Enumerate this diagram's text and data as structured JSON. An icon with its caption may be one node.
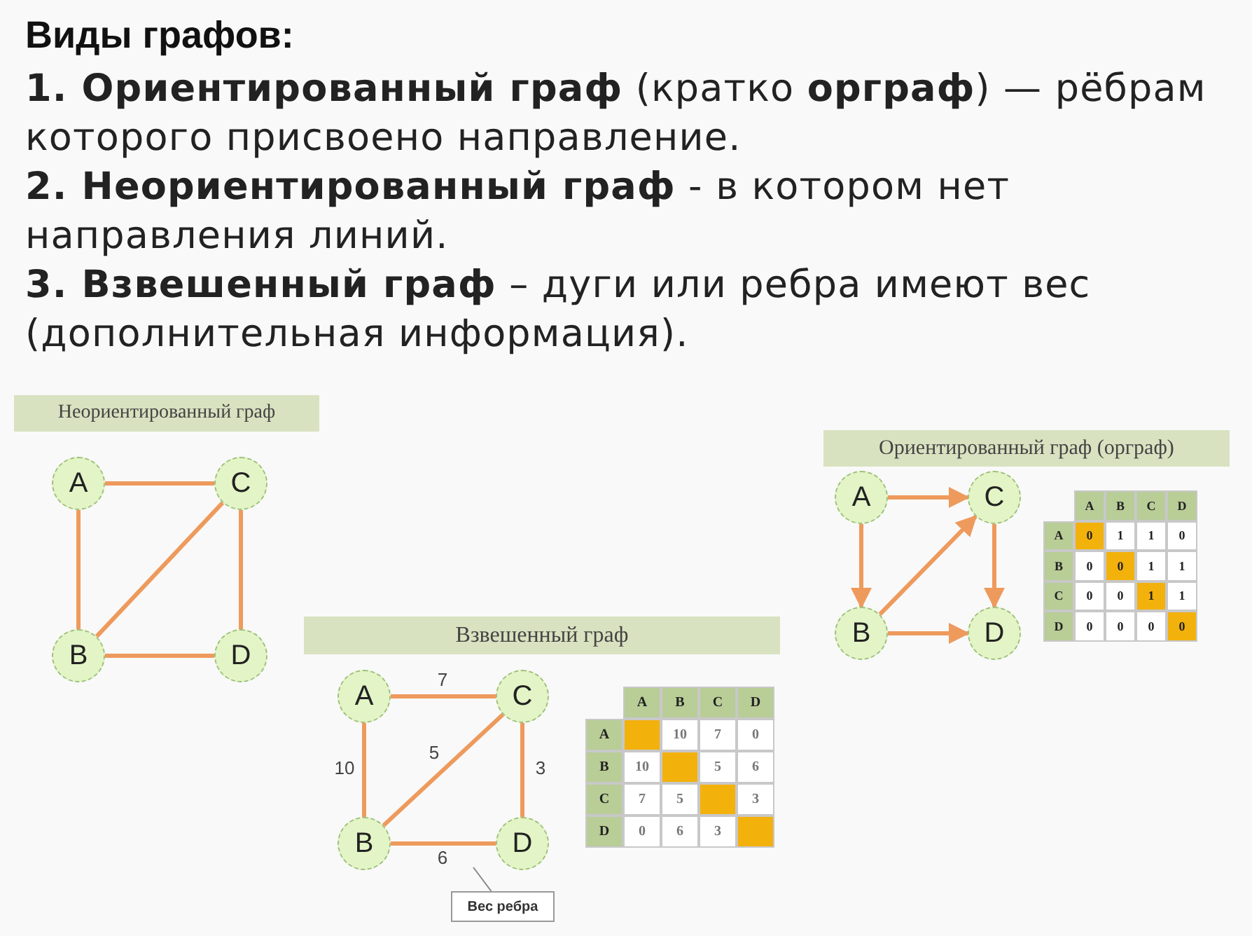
{
  "diagram": {
    "title": "Виды графов:",
    "nodes": [
      {
        "text": [
          "Неориентированный граф"
        ]
      },
      {
        "text": [
          "A"
        ]
      },
      {
        "text": [
          "C"
        ]
      },
      {
        "text": [
          "B"
        ]
      },
      {
        "text": [
          "D"
        ]
      },
      {
        "text": [
          "Ориентированный граф (орграф)"
        ]
      },
      {
        "text": [
          "A"
        ]
      },
      {
        "text": [
          "C"
        ]
      },
      {
        "text": [
          "B"
        ]
      },
      {
        "text": [
          "D"
        ]
      },
      {
        "text": [
          "Взвешенный граф"
        ]
      },
      {
        "text": [
          "A"
        ]
      },
      {
        "text": [
          "C"
        ]
      },
      {
        "text": [
          "B"
        ]
      },
      {
        "text": [
          "D"
        ]
      },
      {
        "text": [
          "Вес ребра"
        ]
      }
    ],
    "edges": [
      {
        "from": 1,
        "to": 2,
        "arrow": "none"
      },
      {
        "from": 1,
        "to": 3,
        "arrow": "none"
      },
      {
        "from": 3,
        "to": 2,
        "arrow": "none"
      },
      {
        "from": 2,
        "to": 4,
        "arrow": "none"
      },
      {
        "from": 3,
        "to": 4,
        "arrow": "none"
      },
      {
        "from": 6,
        "to": 7,
        "arrow": "to"
      },
      {
        "from": 6,
        "to": 8,
        "arrow": "to"
      },
      {
        "from": 8,
        "to": 7,
        "arrow": "to"
      },
      {
        "from": 7,
        "to": 9,
        "arrow": "to"
      },
      {
        "from": 8,
        "to": 9,
        "arrow": "to"
      },
      {
        "from": 11,
        "to": 12,
        "arrow": "none",
        "label": "7"
      },
      {
        "from": 11,
        "to": 13,
        "arrow": "none",
        "label": "10"
      },
      {
        "from": 13,
        "to": 12,
        "arrow": "none",
        "label": "5"
      },
      {
        "from": 12,
        "to": 14,
        "arrow": "none",
        "label": "3"
      },
      {
        "from": 13,
        "to": 14,
        "arrow": "none",
        "label": "6"
      },
      {
        "from": 15,
        "to": null,
        "arrow": "none",
        "color": "#888888"
      }
    ],
    "labels": [
      "**1. Ориентированный граф** (кратко **орграф**) — рёбрам которого присвоено направление.",
      "**2. Неориентированный граф** -  в котором нет направления линий.",
      "**3. Взвешенный граф** – дуги или ребра имеют вес (дополнительная информация).",
      "A",
      "B",
      "C",
      "D",
      "A",
      "0",
      "1",
      "1",
      "0",
      "B",
      "0",
      "0",
      "1",
      "1",
      "C",
      "0",
      "0",
      "1",
      "1",
      "D",
      "0",
      "0",
      "0",
      "0",
      "A",
      "B",
      "C",
      "D",
      "A",
      "10",
      "7",
      "0",
      "B",
      "10",
      "5",
      "6",
      "C",
      "7",
      "5",
      "3",
      "D",
      "0",
      "6",
      "3"
    ]
  }
}
